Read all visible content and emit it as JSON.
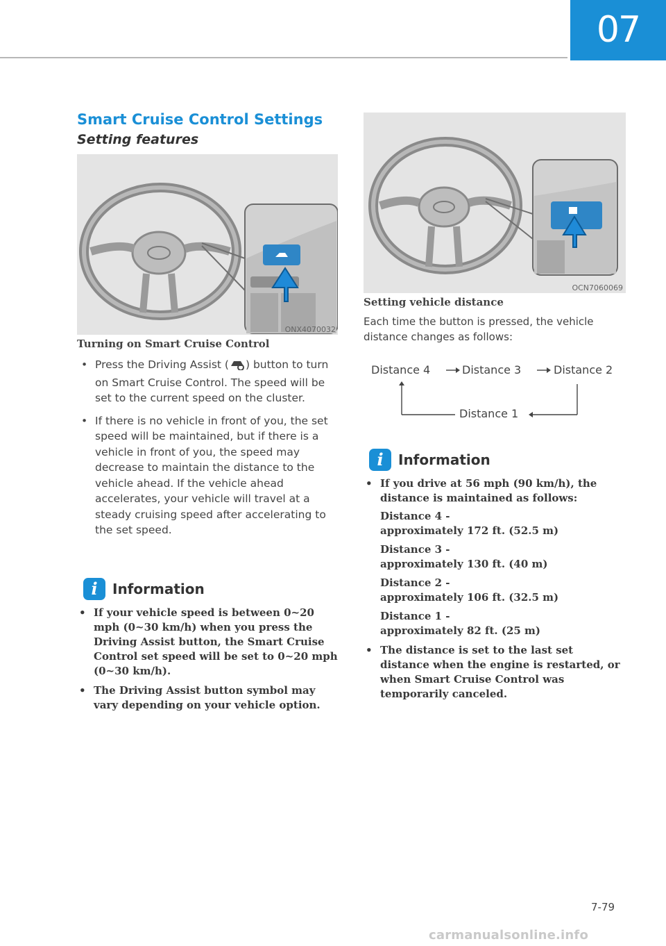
{
  "header": {
    "chapter": "07"
  },
  "section_title": "Smart Cruise Control Settings",
  "subsection_title": "Setting features",
  "figure_left": {
    "code": "ONX4070032"
  },
  "figure_right": {
    "code": "OCN7060069"
  },
  "left_column": {
    "caption": "Turning on Smart Cruise Control",
    "bullet1_part1": "Press the Driving Assist (",
    "bullet1_part2": ") button to turn on Smart Cruise Control. The speed will be set to the current speed on the cluster.",
    "bullet2": " If there is no vehicle in front of you, the set speed will be maintained, but if there is a vehicle in front of you, the speed may decrease to maintain the distance to the vehicle ahead. If the vehicle ahead accelerates, your vehicle will travel at a steady cruising speed after accelerating to the set speed.",
    "info_label": "Information",
    "info_items": [
      "If your vehicle speed is between 0~20 mph (0~30 km/h) when you press the Driving Assist button, the Smart Cruise Control set speed will be set to 0~20 mph (0~30 km/h).",
      "The Driving Assist button symbol may vary depending on your vehicle option."
    ]
  },
  "right_column": {
    "caption": "Setting vehicle distance",
    "intro": "Each time the button is pressed, the vehicle distance changes as follows:",
    "diagram": {
      "distance4": "Distance 4",
      "distance3": "Distance 3",
      "distance2": "Distance 2",
      "distance1": "Distance 1"
    },
    "info_label": "Information",
    "info_item1": "If you drive at 56 mph (90 km/h), the distance is maintained as follows:",
    "distances": [
      {
        "name": "Distance 4 -",
        "value": "approximately 172 ft. (52.5 m)"
      },
      {
        "name": "Distance 3 -",
        "value": "approximately 130 ft. (40 m)"
      },
      {
        "name": "Distance 2 -",
        "value": "approximately 106 ft. (32.5 m)"
      },
      {
        "name": "Distance 1 -",
        "value": "approximately 82 ft. (25 m)"
      }
    ],
    "info_item2": "The distance is set to the last set distance when the engine is restarted, or when Smart Cruise Control was temporarily canceled."
  },
  "footer": {
    "page_number": "7-79",
    "watermark": "carmanualsonline.info"
  },
  "colors": {
    "accent": "#1a8fd6",
    "text": "#444444",
    "figure_bg": "#e4e4e4"
  }
}
